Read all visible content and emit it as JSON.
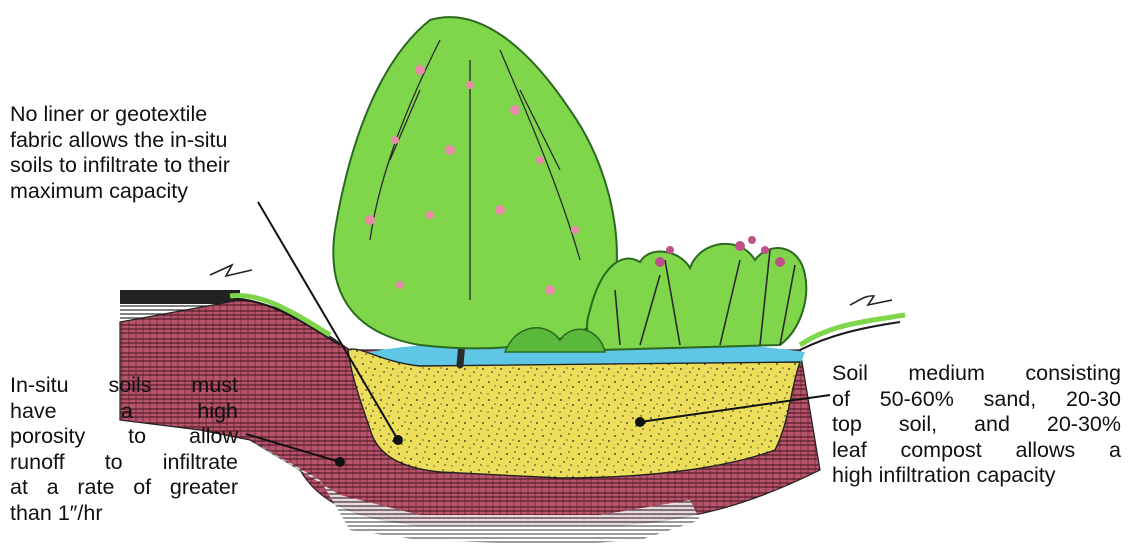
{
  "annotations": {
    "liner": {
      "lines": [
        "No liner or geotextile",
        "fabric allows the in-situ",
        "soils to infiltrate to their",
        "maximum capacity"
      ]
    },
    "insitu": {
      "lines": [
        "In-situ soils must",
        "have a high",
        "porosity to allow",
        "runoff to infiltrate",
        "at a rate of greater",
        "than 1″/hr"
      ]
    },
    "medium": {
      "lines": [
        "Soil medium consisting",
        "of 50-60% sand, 20-30",
        "top soil, and 20-30%",
        "leaf compost allows a",
        "high infiltration capacity"
      ]
    }
  },
  "colors": {
    "soil_medium": "#ecdd5a",
    "insitu_soil": "#b5546a",
    "foliage": "#7fd64a",
    "blossom": "#e88aa8",
    "water": "#5fc6e6",
    "trunk": "#2a2a2a"
  }
}
